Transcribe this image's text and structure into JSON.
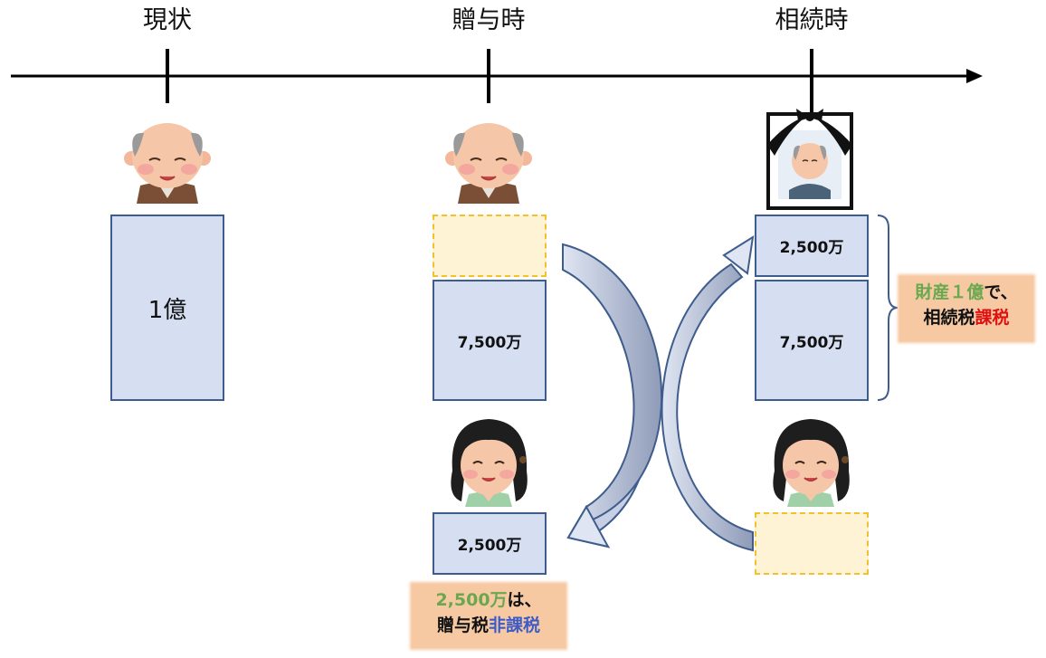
{
  "timeline": {
    "phases": [
      {
        "label": "現状"
      },
      {
        "label": "贈与時"
      },
      {
        "label": "相続時"
      }
    ]
  },
  "current": {
    "grandfather_asset": "1億"
  },
  "gift": {
    "grandfather_remaining": "7,500万",
    "recipient_asset": "2,500万",
    "note": {
      "amount": "2,500万",
      "mid": "は、",
      "line2_prefix": "贈与税",
      "line2_emph": "非課税"
    }
  },
  "inheritance": {
    "returned_asset": "2,500万",
    "remaining_asset": "7,500万",
    "note": {
      "line1_prefix": "財産１億",
      "line1_suffix": "で、",
      "line2_prefix": "相続税",
      "line2_emph": "課税"
    }
  },
  "colors": {
    "asset_fill": "#d6dff2",
    "asset_border": "#3f5d8c",
    "empty_fill": "#fff3d6",
    "empty_border": "#f2c12e",
    "note_fill": "#f6c9a3",
    "green": "#6aa84f",
    "red": "#e01010",
    "blue": "#3d5cc8"
  },
  "icons": [
    "grandfather-icon",
    "grandfather-icon",
    "memorial-portrait-icon",
    "woman-icon",
    "woman-icon",
    "curved-arrow-icon",
    "curved-arrow-icon"
  ]
}
